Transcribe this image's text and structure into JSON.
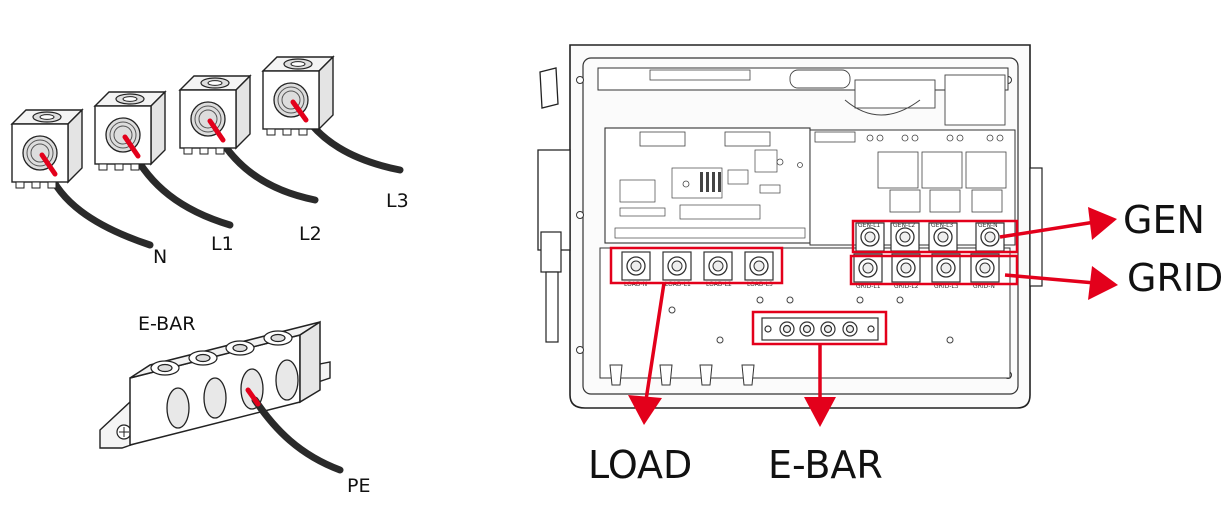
{
  "terminals": {
    "lugs": [
      "N",
      "L1",
      "L2",
      "L3"
    ],
    "ebar": "E-BAR",
    "pe": "PE"
  },
  "inverter": {
    "callouts": {
      "gen": "GEN",
      "grid": "GRID",
      "load": "LOAD",
      "ebar": "E-BAR"
    },
    "load_terminals": [
      "LOAD-N",
      "LOAD-L1",
      "LOAD-L2",
      "LOAD-L3"
    ],
    "gen_terminals": [
      "GEN-L1",
      "GEN-L2",
      "GEN-L3",
      "GEN-N"
    ],
    "grid_terminals": [
      "GRID-L1",
      "GRID-L2",
      "GRID-L3",
      "GRID-N"
    ]
  },
  "colors": {
    "highlight": "#e3001b",
    "wire": "#2a2a2a",
    "line": "#222222"
  }
}
